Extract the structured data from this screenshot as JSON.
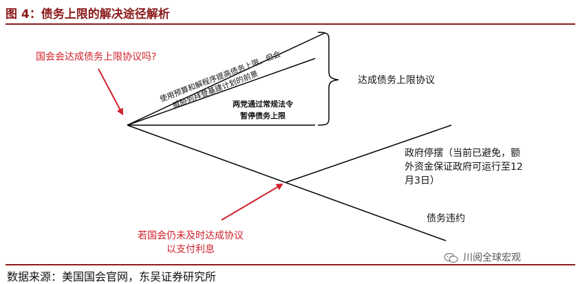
{
  "figure": {
    "title": "图 4：债务上限的解决途径解析",
    "source": "数据来源：美国国会官网，东吴证券研究所"
  },
  "labels": {
    "question": "国会会达成债务上限协议吗?",
    "upper_path_line1": "使用预算和解程序提高债务上限，但会",
    "upper_path_line2": "威胁到拜登基建计划的前景",
    "lower_path_line1": "两党通过常规法令",
    "lower_path_line2": "暂停债务上限",
    "reach_agreement": "达成债务上限协议",
    "shutdown_line1": "政府停摆（当前已避免，额",
    "shutdown_line2": "外资金保证政府可运行至12",
    "shutdown_line3": "月3日）",
    "default": "债务违约",
    "no_agreement_line1": "若国会仍未及时达成协议",
    "no_agreement_line2": "以支付利息"
  },
  "watermark": {
    "text": "川阅全球宏观",
    "icon": "wechat-icon"
  },
  "colors": {
    "title": "#8b1a1a",
    "annotation": "#d0202a",
    "line": "#000000"
  }
}
